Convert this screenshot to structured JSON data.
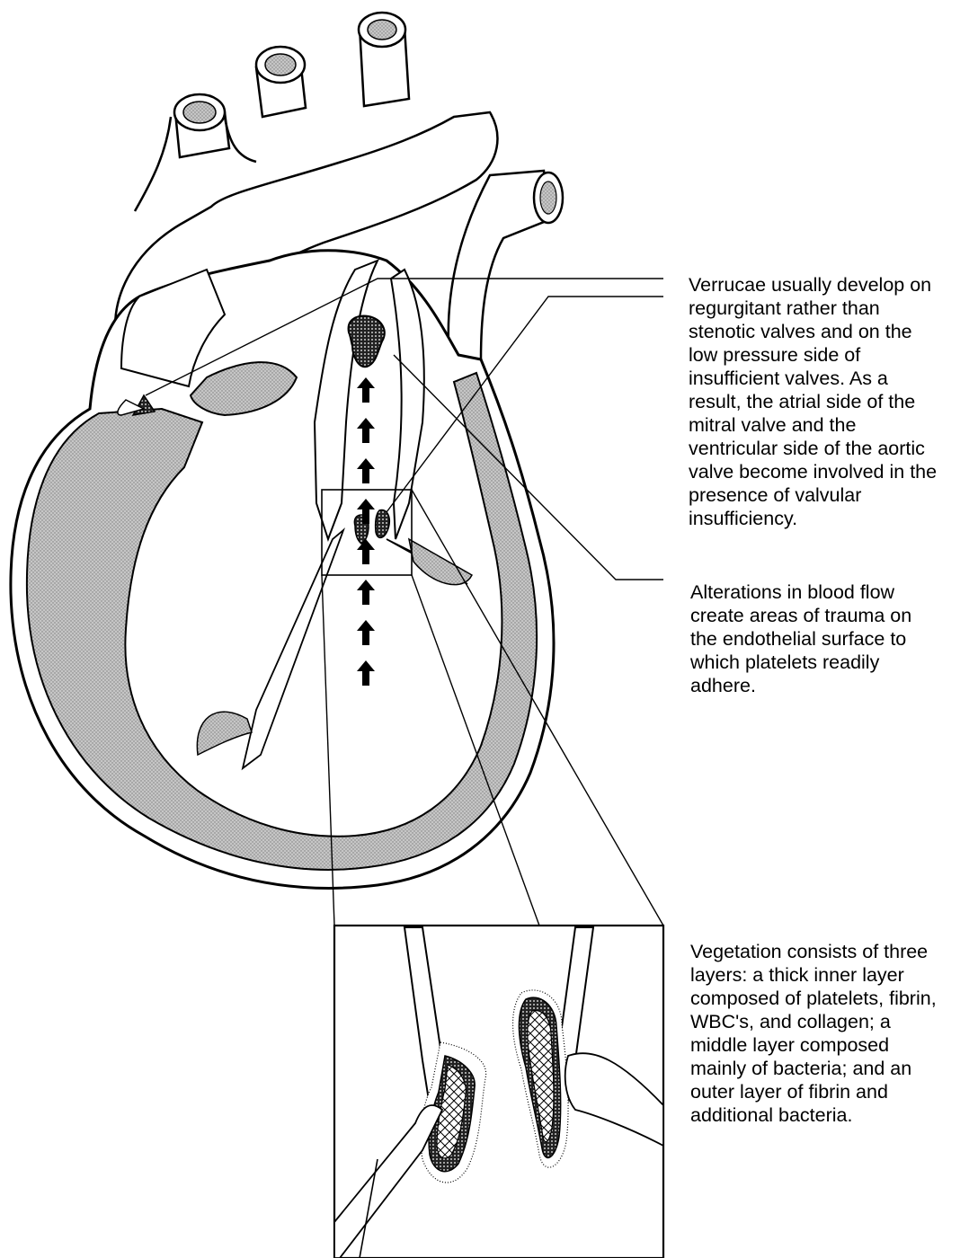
{
  "captions": {
    "verrucae": "Verrucae usually develop on\nregurgitant rather than\nstenotic valves and on the\nlow pressure side of\ninsufficient valves. As a\nresult, the atrial side of the\nmitral valve and the\nventricular side of the aortic\nvalve become involved in the\npresence of valvular\ninsufficiency.",
    "trauma": "Alterations in blood flow\ncreate areas of trauma on\nthe endothelial surface to\nwhich platelets readily\nadhere.",
    "vegetation": "Vegetation consists of three\nlayers: a thick inner layer\ncomposed of platelets, fibrin,\nWBC's, and collagen; a\nmiddle layer composed\nmainly of bacteria; and an\nouter layer of fibrin and\nadditional bacteria."
  },
  "colors": {
    "outline": "#000000",
    "myocardium_fill": "#b8b8b8",
    "background": "#ffffff"
  },
  "flow_arrows": {
    "count": 8,
    "direction": "up"
  }
}
